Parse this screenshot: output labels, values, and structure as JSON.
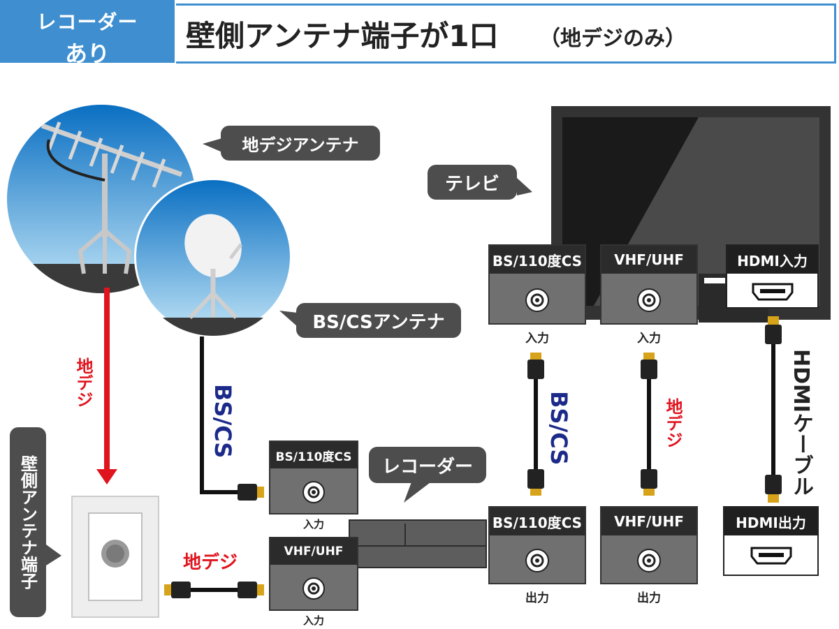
{
  "header": {
    "tag_line1": "レコーダー",
    "tag_line2": "あり",
    "title": "壁側アンテナ端子が1口",
    "subtitle": "（地デジのみ）"
  },
  "callouts": {
    "uhf_antenna": "地デジアンテナ",
    "bs_antenna": "BS/CSアンテナ",
    "tv": "テレビ",
    "recorder": "レコーダー",
    "wall_outlet": "壁側アンテナ端子"
  },
  "tv_ports": {
    "bs": {
      "label": "BS/110度CS",
      "caption": "入力"
    },
    "vhf": {
      "label": "VHF/UHF",
      "caption": "入力"
    },
    "hdmi": {
      "label": "HDMI入力"
    }
  },
  "recorder_inputs": {
    "bs": {
      "label": "BS/110度CS",
      "caption": "入力"
    },
    "vhf": {
      "label": "VHF/UHF",
      "caption": "入力"
    }
  },
  "recorder_outputs": {
    "bs": {
      "label": "BS/110度CS",
      "caption": "出力"
    },
    "vhf": {
      "label": "VHF/UHF",
      "caption": "出力"
    },
    "hdmi": {
      "label": "HDMI出力"
    }
  },
  "signals": {
    "chideji_down": "地デジ",
    "bscs_cable": "BS/CS",
    "chideji_wall": "地デジ",
    "bscs_link": "BS/CS",
    "chideji_link": "地デジ",
    "hdmi_cable": "HDMIケーブル"
  },
  "colors": {
    "accent_blue": "#3f8fd0",
    "bs_navy": "#1c2a8a",
    "chideji_red": "#e0141e",
    "dark_bubble": "#4d4d4d"
  }
}
